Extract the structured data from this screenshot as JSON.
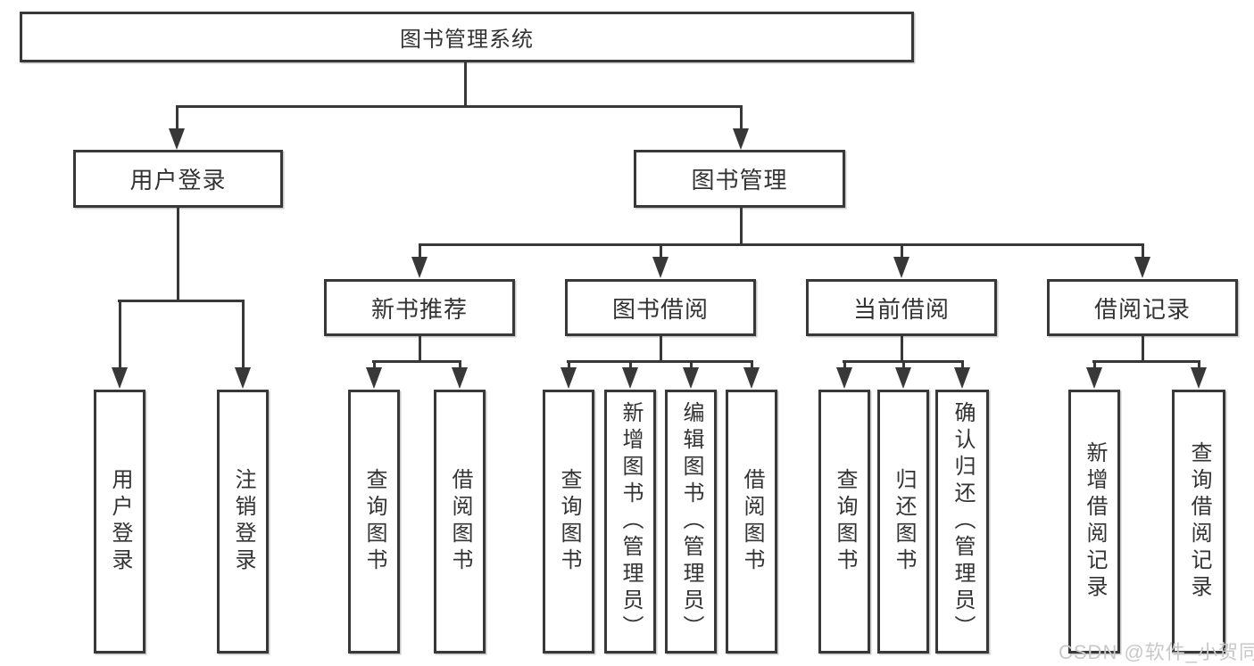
{
  "diagram": {
    "root": {
      "label": "图书管理系统"
    },
    "branches": [
      {
        "label": "用户登录",
        "children": [
          {
            "label": "用户登录"
          },
          {
            "label": "注销登录"
          }
        ]
      },
      {
        "label": "图书管理",
        "children": [
          {
            "label": "新书推荐",
            "children": [
              {
                "label": "查询图书"
              },
              {
                "label": "借阅图书"
              }
            ]
          },
          {
            "label": "图书借阅",
            "children": [
              {
                "label": "查询图书"
              },
              {
                "label": "新增图书（管理员）"
              },
              {
                "label": "编辑图书（管理员）"
              },
              {
                "label": "借阅图书"
              }
            ]
          },
          {
            "label": "当前借阅",
            "children": [
              {
                "label": "查询图书"
              },
              {
                "label": "归还图书"
              },
              {
                "label": "确认归还（管理员）"
              }
            ]
          },
          {
            "label": "借阅记录",
            "children": [
              {
                "label": "新增借阅记录"
              },
              {
                "label": "查询借阅记录"
              }
            ]
          }
        ]
      }
    ]
  },
  "watermark": {
    "text": "CSDN @软件_小贺同学",
    "color": "#c8c8c8"
  },
  "colors": {
    "line": "#383838",
    "text": "#333333",
    "background": "#ffffff"
  }
}
